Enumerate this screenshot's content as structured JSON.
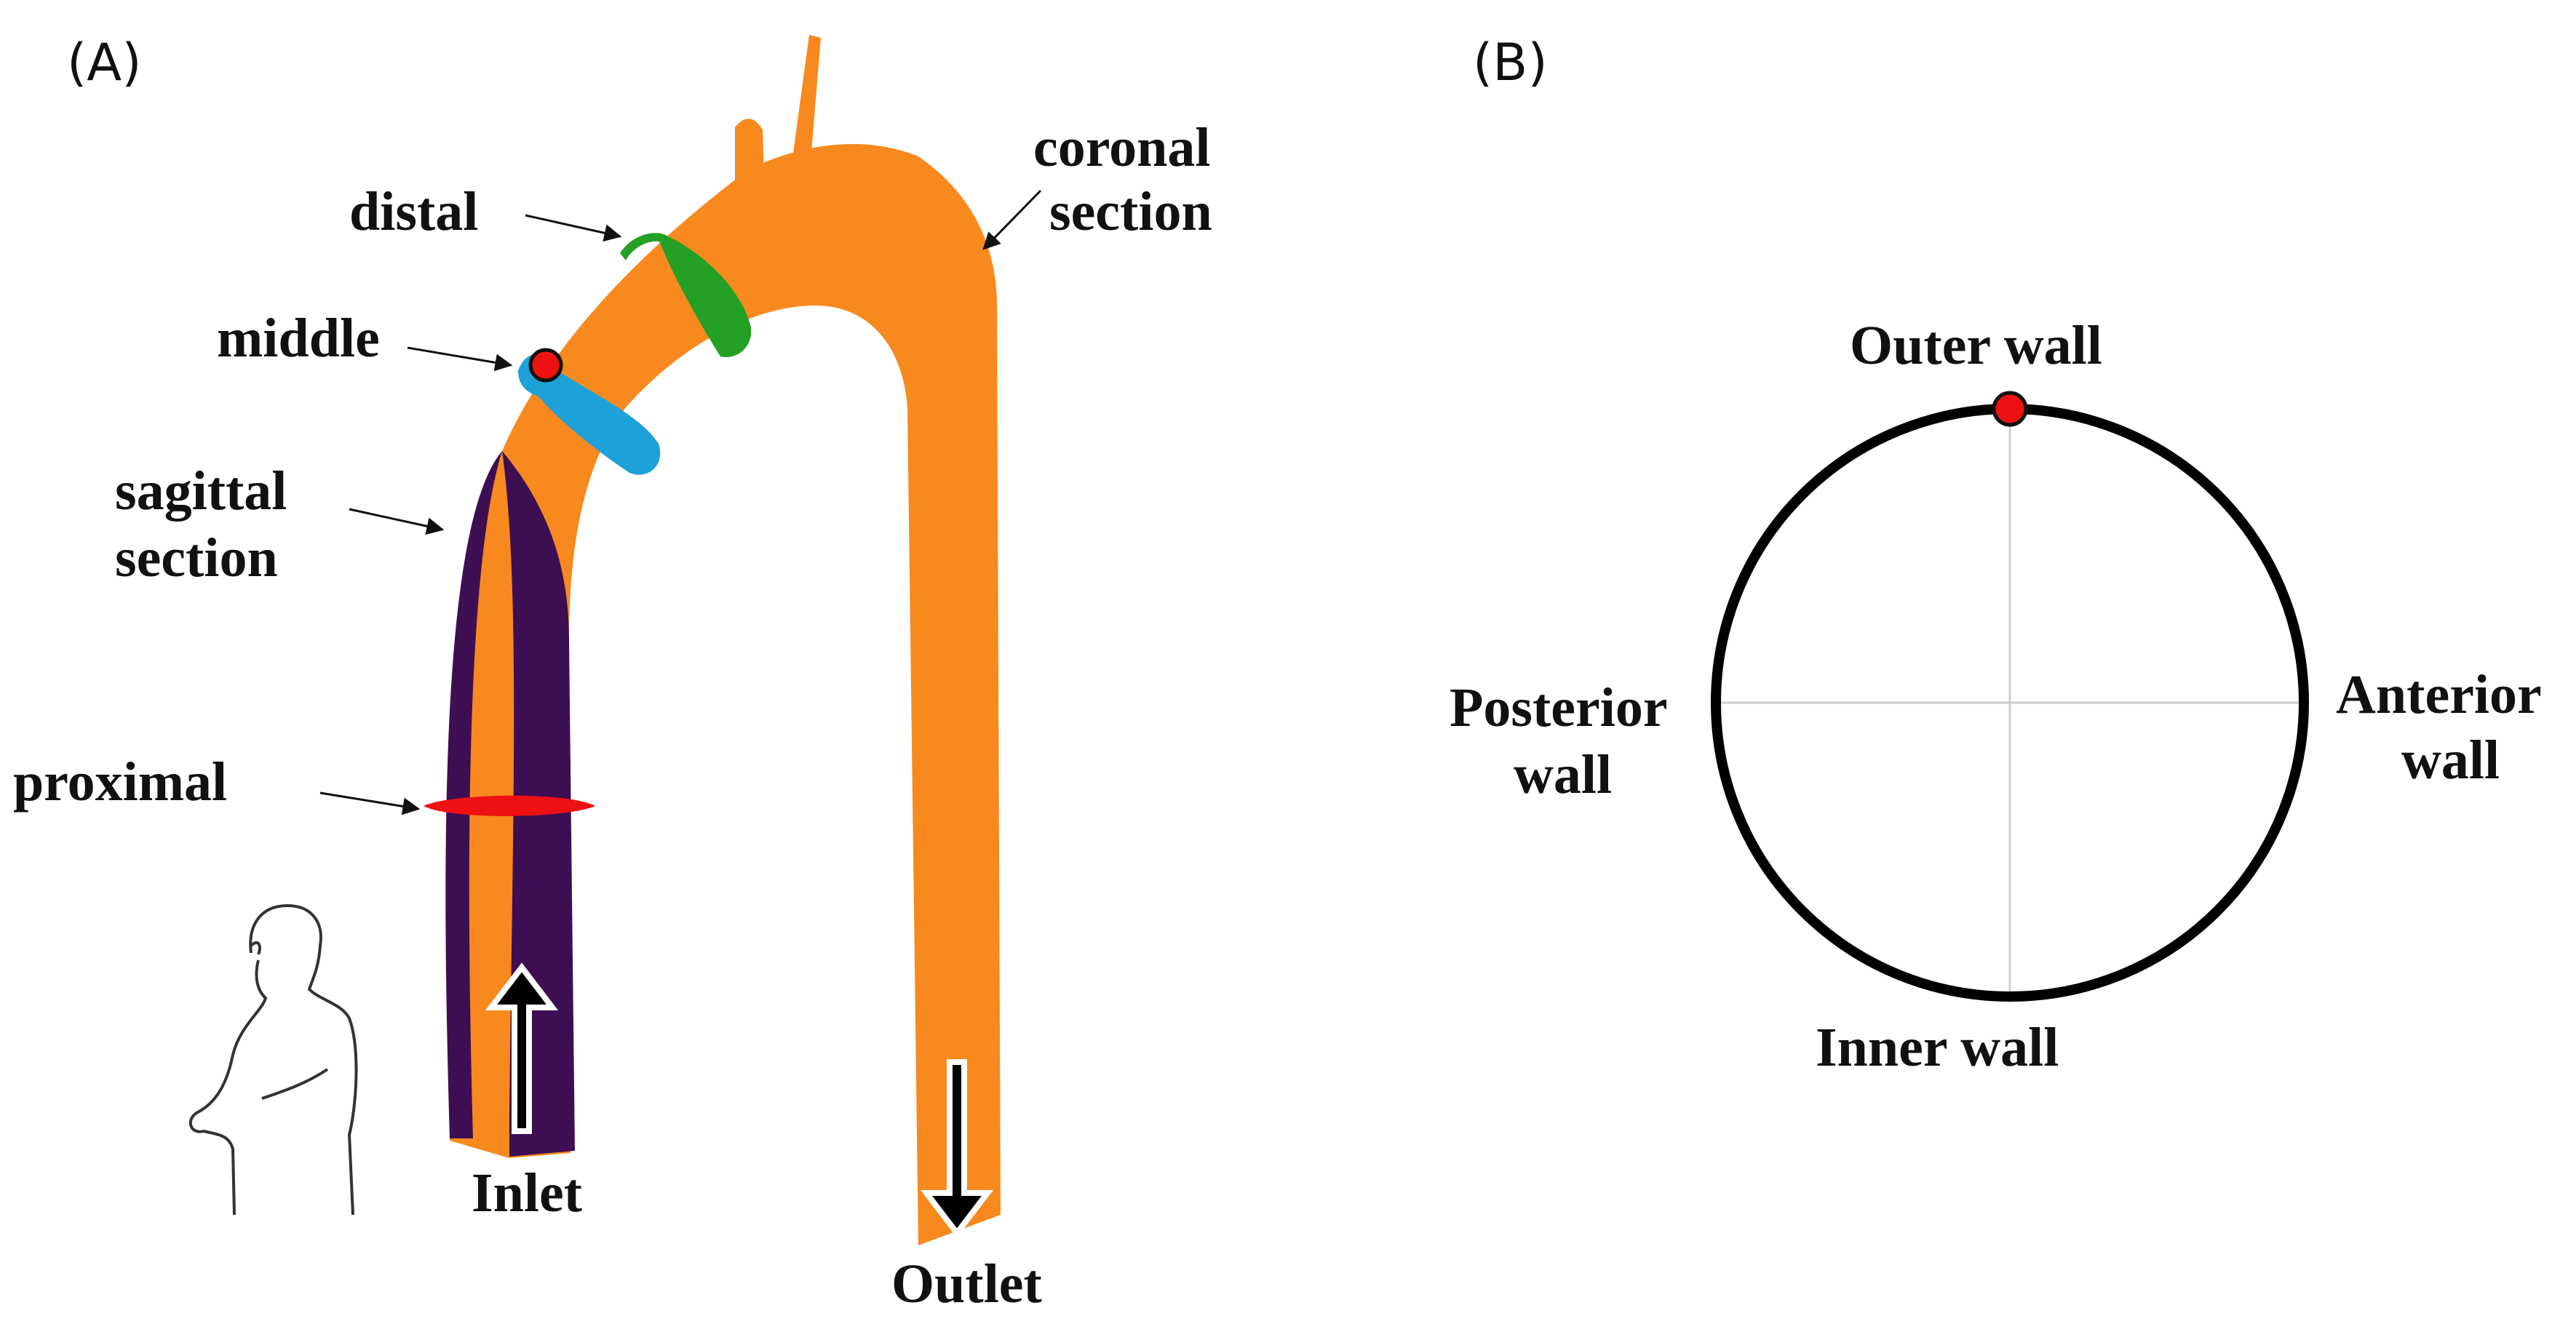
{
  "panel_a": {
    "label": "(A)",
    "annotations": {
      "distal": "distal",
      "middle": "middle",
      "sagittal_line1": "sagittal",
      "sagittal_line2": "section",
      "proximal": "proximal",
      "coronal_line1": "coronal",
      "coronal_line2": "section",
      "inlet": "Inlet",
      "outlet": "Outlet"
    }
  },
  "panel_b": {
    "label": "(B)",
    "walls": {
      "outer": "Outer wall",
      "inner": "Inner wall",
      "posterior_line1": "Posterior",
      "posterior_line2": "wall",
      "anterior_line1": "Anterior",
      "anterior_line2": "wall"
    }
  },
  "colors": {
    "vessel": "#F7891E",
    "sagittal_section": "#3E0E52",
    "distal_section": "#24A024",
    "middle_section": "#1EA0D8",
    "proximal_section": "#EE1111",
    "marker_point": "#EE1111",
    "circle": "#000000"
  }
}
